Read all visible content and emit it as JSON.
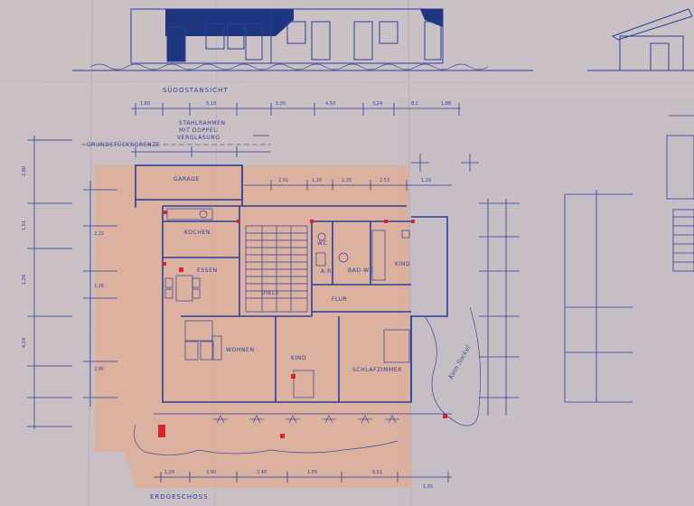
{
  "drawing": {
    "elevation_label": "SÜDOSTANSICHT",
    "ground_floor_label": "ERDGESCHOSS",
    "boundary_label": "GRUNDSTÜCKSGRENZE",
    "note_line1": "STAHLRAHMEN",
    "note_line2": "MIT DOPPEL-",
    "note_line3": "VERGLASUNG",
    "hand_note": "Kein Sockel",
    "rooms": {
      "garage": "GARAGE",
      "kochen": "KOCHEN",
      "essen": "ESSEN",
      "wohnen": "WOHNEN",
      "diele": "DIELE",
      "flur": "FLUR",
      "wc": "WC",
      "bad_wc": "BAD-WC",
      "ar": "A.R.",
      "kind_1": "KIND",
      "kind_2": "KIND",
      "schlafzimmer": "SCHLAFZIMMER"
    },
    "dims_top": [
      "1,60",
      "5,10",
      "5,05",
      "4,50",
      "3,24",
      "8,1",
      "1,88"
    ],
    "dims_inner": [
      "2,01",
      "1,26",
      "2,25",
      "2,53",
      "1,26"
    ],
    "dims_left": [
      "2,80",
      "1,51",
      "1,26",
      "4,24",
      "2,22",
      "1,26",
      "2,00"
    ],
    "dims_bottom": [
      "1,26",
      "3,00",
      "2,40",
      "1,85",
      "6,51",
      "1,65"
    ]
  },
  "colors": {
    "paper": "#c9bfc4",
    "ink": "#2a3f9a",
    "overlay": "#e3a487",
    "accent_red": "#d9252a"
  }
}
